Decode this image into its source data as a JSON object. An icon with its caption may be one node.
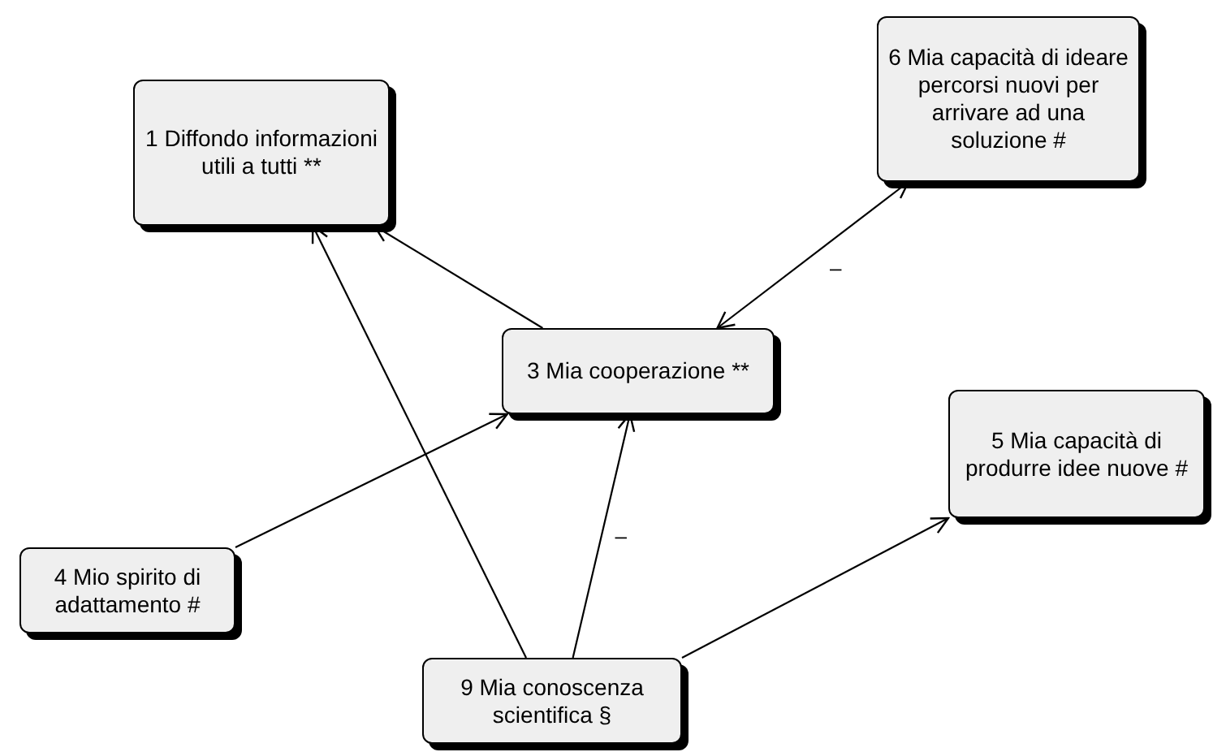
{
  "diagram": {
    "nodes": [
      {
        "text": [
          "1 Diffondo informazioni utili a tutti **"
        ]
      },
      {
        "text": [
          "6 Mia capacità di ideare percorsi nuovi per arrivare ad una soluzione #"
        ]
      },
      {
        "text": [
          "3 Mia cooperazione **"
        ]
      },
      {
        "text": [
          "5 Mia capacità di produrre idee nuove #"
        ]
      },
      {
        "text": [
          "4 Mio spirito di adattamento #"
        ]
      },
      {
        "text": [
          "9 Mia conoscenza scientifica §"
        ]
      }
    ],
    "edges": [
      {
        "from": 2,
        "to": 0,
        "arrow": "to"
      },
      {
        "from": 2,
        "to": 1,
        "arrow": "both",
        "label": "–"
      },
      {
        "from": 4,
        "to": 2,
        "arrow": "to"
      },
      {
        "from": 5,
        "to": 0,
        "arrow": "to"
      },
      {
        "from": 5,
        "to": 2,
        "arrow": "to",
        "label": "–"
      },
      {
        "from": 5,
        "to": 3,
        "arrow": "to"
      }
    ]
  }
}
